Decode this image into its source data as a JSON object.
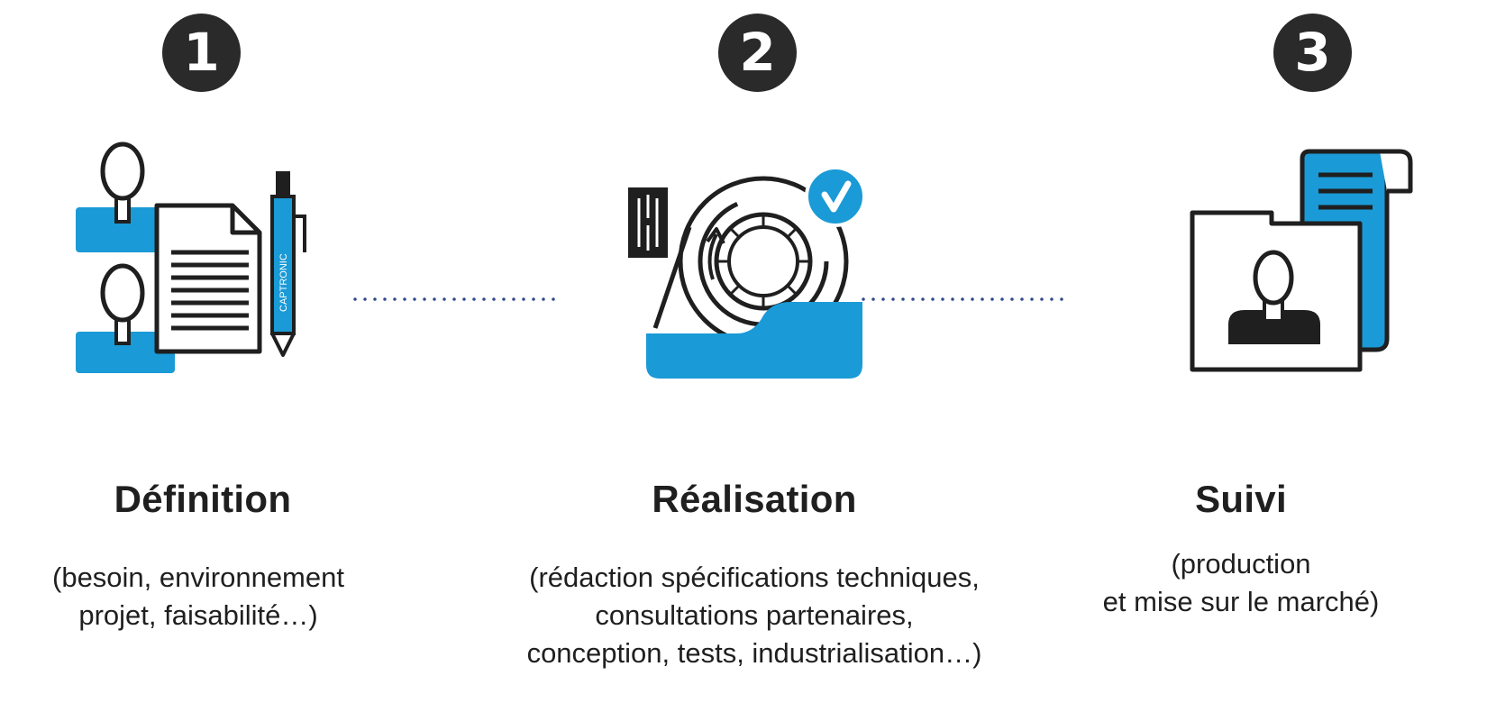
{
  "colors": {
    "accent_blue": "#1a9ad6",
    "dark": "#1f1f1f",
    "dot": "#2e4a8c"
  },
  "steps": [
    {
      "number": "1",
      "icon": "contract-signing-icon",
      "title": "Définition",
      "desc": [
        "(besoin, environnement",
        "projet, faisabilité…)"
      ],
      "pen_label": "CAPTRONIC"
    },
    {
      "number": "2",
      "icon": "tape-dispenser-icon",
      "title": "Réalisation",
      "desc": [
        "(rédaction spécifications techniques,",
        "consultations partenaires,",
        "conception, tests, industrialisation…)"
      ]
    },
    {
      "number": "3",
      "icon": "profile-document-icon",
      "title": "Suivi",
      "desc": [
        "(production",
        "et mise sur le marché)"
      ]
    }
  ]
}
